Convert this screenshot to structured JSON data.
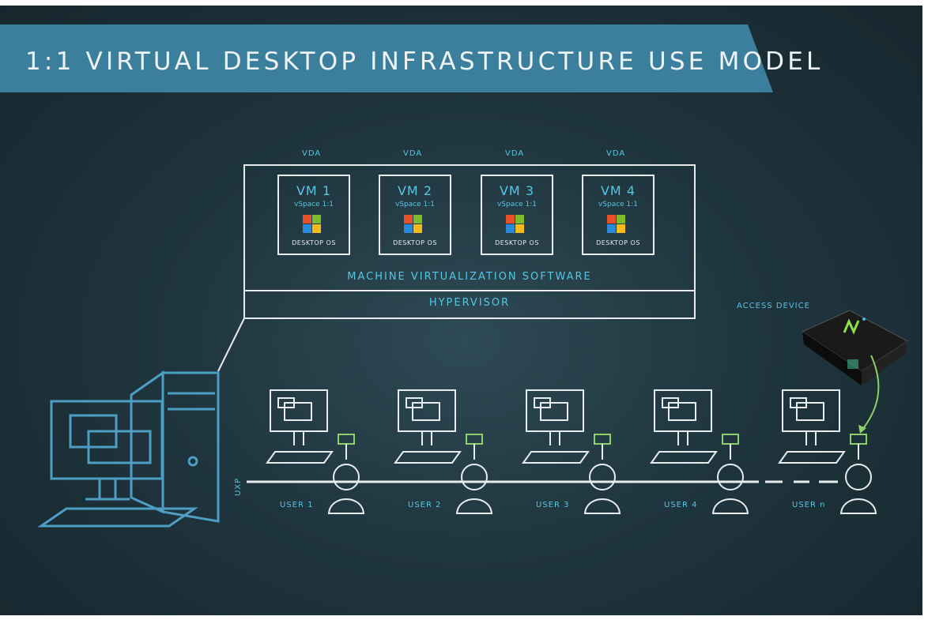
{
  "title": "1:1 VIRTUAL DESKTOP INFRASTRUCTURE USE MODEL",
  "colors": {
    "accent": "#56c6e2",
    "banner": "#3c7f9c",
    "chalk": "#e8ecee",
    "device_green": "#8ed06a"
  },
  "server": {
    "vms": [
      {
        "vda": "VDA",
        "name": "VM 1",
        "sub": "vSpace 1:1",
        "os": "DESKTOP OS",
        "icon": "windows-logo-icon"
      },
      {
        "vda": "VDA",
        "name": "VM 2",
        "sub": "vSpace 1:1",
        "os": "DESKTOP OS",
        "icon": "windows-logo-icon"
      },
      {
        "vda": "VDA",
        "name": "VM 3",
        "sub": "vSpace 1:1",
        "os": "DESKTOP OS",
        "icon": "windows-logo-icon"
      },
      {
        "vda": "VDA",
        "name": "VM 4",
        "sub": "vSpace 1:1",
        "os": "DESKTOP OS",
        "icon": "windows-logo-icon"
      }
    ],
    "virtualization_label": "MACHINE VIRTUALIZATION SOFTWARE",
    "hypervisor_label": "HYPERVISOR"
  },
  "network": {
    "protocol_label": "UXP"
  },
  "users": [
    "USER 1",
    "USER 2",
    "USER 3",
    "USER 4",
    "USER n"
  ],
  "access_device": {
    "label": "ACCESS DEVICE",
    "icon": "ncomputing-device-icon"
  }
}
